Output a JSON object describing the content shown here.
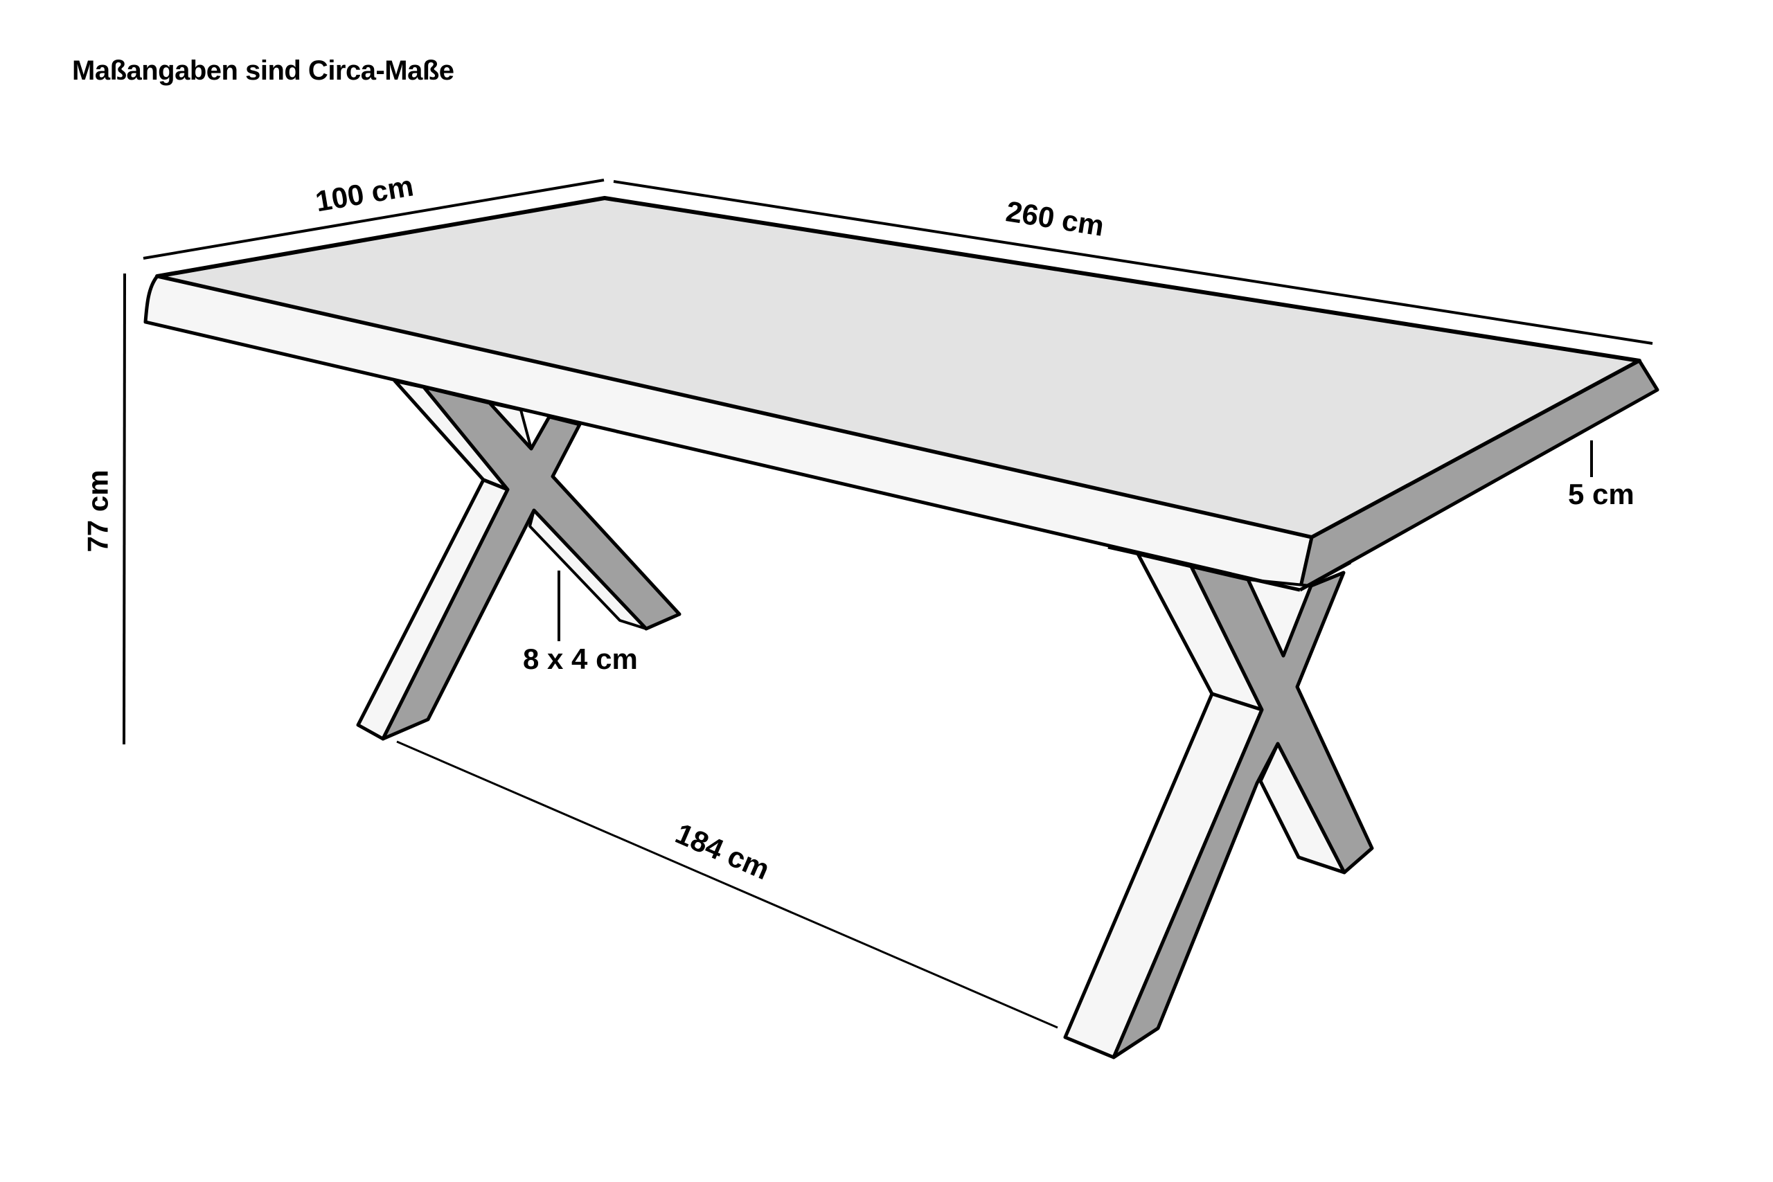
{
  "title": "Maßangaben sind Circa-Maße",
  "colors": {
    "background": "#ffffff",
    "outline": "#000000",
    "tabletop_surface": "#e3e3e3",
    "light_face": "#f6f6f6",
    "shaded_face": "#a0a0a0"
  },
  "dimensions": {
    "width": {
      "label": "100 cm",
      "value": 100,
      "unit": "cm"
    },
    "length": {
      "label": "260 cm",
      "value": 260,
      "unit": "cm"
    },
    "height": {
      "label": "77 cm",
      "value": 77,
      "unit": "cm"
    },
    "top_thickness": {
      "label": "5 cm",
      "value": 5,
      "unit": "cm"
    },
    "leg_profile": {
      "label": "8 x 4 cm",
      "value": "8 x 4",
      "unit": "cm"
    },
    "leg_spacing": {
      "label": "184 cm",
      "value": 184,
      "unit": "cm"
    }
  },
  "object": "Table with X-shaped legs"
}
